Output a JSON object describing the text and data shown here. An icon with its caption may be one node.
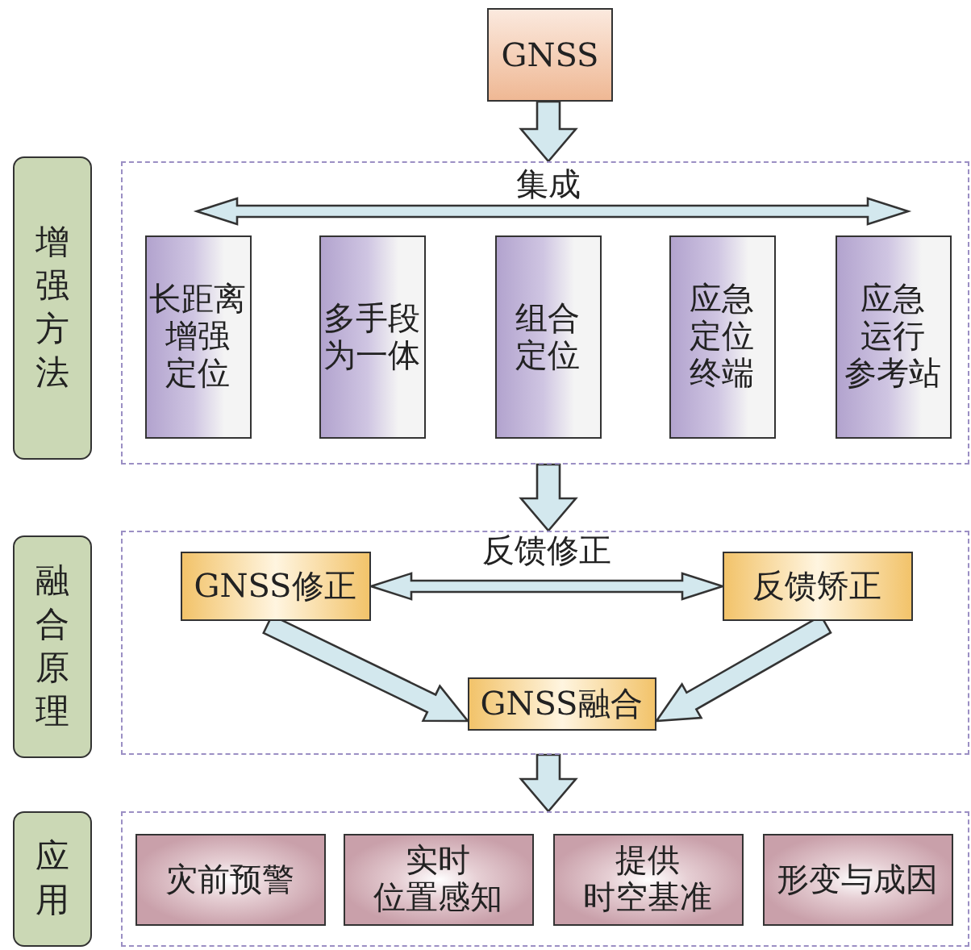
{
  "diagram": {
    "nodes": [
      {
        "text": [
          "GNSS"
        ]
      },
      {
        "text": [
          "增强方法"
        ]
      },
      {
        "text": [],
        "shape": "box"
      },
      {
        "text": [
          "长距离增强定位"
        ],
        "in": 2
      },
      {
        "text": [
          "多手段为一体"
        ],
        "in": 2
      },
      {
        "text": [
          "组合定位"
        ],
        "in": 2
      },
      {
        "text": [
          "应急定位终端"
        ],
        "in": 2
      },
      {
        "text": [
          "应急运行参考站"
        ],
        "in": 2
      },
      {
        "text": [
          "融合原理"
        ]
      },
      {
        "text": [],
        "shape": "box"
      },
      {
        "text": [
          "GNSS修正"
        ],
        "in": 9
      },
      {
        "text": [
          "反馈矫正"
        ],
        "in": 9
      },
      {
        "text": [
          "GNSS融合"
        ],
        "in": 9
      },
      {
        "text": [
          "应用"
        ]
      },
      {
        "text": [],
        "shape": "box"
      },
      {
        "text": [
          "灾前预警"
        ],
        "in": 14
      },
      {
        "text": [
          "实时位置感知"
        ],
        "in": 14
      },
      {
        "text": [
          "提供时空基准"
        ],
        "in": 14
      },
      {
        "text": [
          "形变与成因"
        ],
        "in": 14
      }
    ],
    "edges": [
      {
        "from": 0,
        "to": 2,
        "arrow": "to"
      },
      {
        "from": 2,
        "to": 9,
        "arrow": "to"
      },
      {
        "from": 10,
        "to": 11,
        "arrow": "both",
        "label": "反馈修正"
      },
      {
        "from": 10,
        "to": 12,
        "arrow": "to"
      },
      {
        "from": 11,
        "to": 12,
        "arrow": "to"
      },
      {
        "from": 9,
        "to": 14,
        "arrow": "to"
      }
    ],
    "labels": [
      "集成"
    ]
  }
}
